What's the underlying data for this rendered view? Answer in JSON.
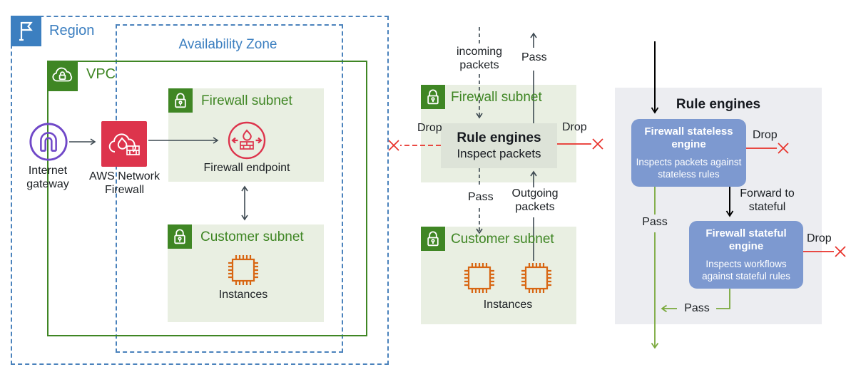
{
  "left": {
    "region": "Region",
    "availability_zone": "Availability Zone",
    "vpc": "VPC",
    "firewall_subnet": "Firewall subnet",
    "firewall_endpoint": "Firewall endpoint",
    "internet_gateway": "Internet gateway",
    "aws_network_firewall": "AWS Network Firewall",
    "customer_subnet": "Customer subnet",
    "instances": "Instances"
  },
  "middle": {
    "incoming_packets": "incoming packets",
    "pass_in": "Pass",
    "firewall_subnet": "Firewall subnet",
    "rule_engines_title": "Rule engines",
    "rule_engines_subtitle": "Inspect packets",
    "drop_left": "Drop",
    "drop_right": "Drop",
    "pass_out": "Pass",
    "outgoing_packets": "Outgoing packets",
    "customer_subnet": "Customer subnet",
    "instances": "Instances"
  },
  "right": {
    "title": "Rule engines",
    "stateless_title": "Firewall stateless engine",
    "stateless_desc": "Inspects packets against stateless rules",
    "drop_stateless": "Drop",
    "forward_to_stateful": "Forward to stateful",
    "pass_side": "Pass",
    "stateful_title": "Firewall stateful engine",
    "stateful_desc": "Inspects workflows against stateful rules",
    "drop_stateful": "Drop",
    "pass_bottom": "Pass"
  },
  "colors": {
    "region_blue": "#3C7FC0",
    "border_blue": "#4A82BC",
    "vpc_green": "#3F8624",
    "subnet_fill": "#E9EFE2",
    "rule_box_fill": "#DDE3D8",
    "firewall_red": "#DD344C",
    "drop_red": "#E8312A",
    "gateway_purple": "#7048C8",
    "instance_orange": "#D86613",
    "engine_blue": "#7D99D0",
    "panel_gray": "#ECEDF1",
    "arrow_dark": "#3E4A52",
    "pass_green": "#79A83B"
  }
}
